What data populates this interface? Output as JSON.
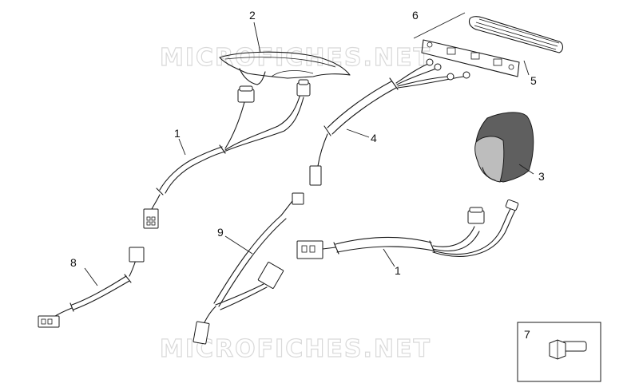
{
  "watermarks": {
    "top": "MICROFICHES.NET",
    "bottom": "MICROFICHES.NET"
  },
  "callouts": {
    "part_1_upper": "1",
    "part_1_lower": "1",
    "part_2": "2",
    "part_3": "3",
    "part_4": "4",
    "part_5": "5",
    "part_6": "6",
    "part_7": "7",
    "part_8": "8",
    "part_9": "9"
  },
  "colors": {
    "line": "#1a1a1a",
    "lamp_lens": "#f2f2f2",
    "cover_dark": "#5f5f5f",
    "cover_light": "#bdbdbd",
    "watermark": "#d9d9d9"
  }
}
